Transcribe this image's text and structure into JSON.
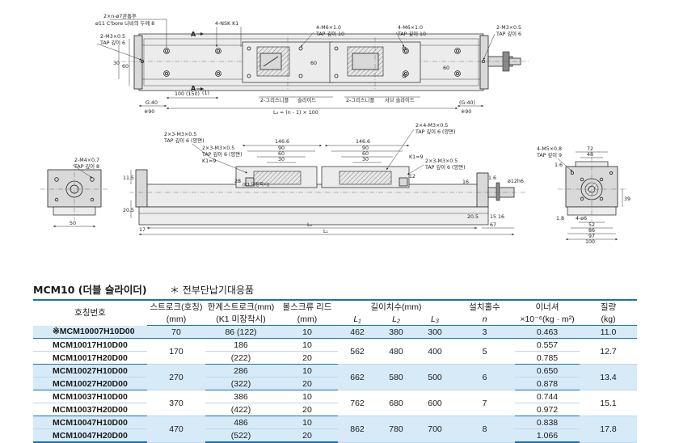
{
  "drawing": {
    "top_view": {
      "callout_holes_1": "2×n-ø7관통후",
      "callout_holes_2": "ø11 C'bore 나비의 두께 8",
      "callout_tap_left_1": "2-M3×0.5",
      "callout_tap_left_2": "TAP 깊이 6",
      "label_nsk": "4-NSK K1",
      "callout_m6_a_1": "4-M6×1.0",
      "callout_m6_a_2": "TAP 깊이 10",
      "callout_m6_b_1": "4-M6×1.0",
      "callout_m6_b_2": "TAP 깊이 10",
      "callout_tap_right_1": "2-M3×0.5",
      "callout_tap_right_2": "TAP 깊이 6",
      "section_a": "A",
      "label_grease_left": "2-그리스니플",
      "label_slider": "슬라이드",
      "label_grease_right": "2-그리스니플",
      "label_sub_slider": "서브 슬라이드",
      "dim_pitch": "100 (150)",
      "note_1": "(1)",
      "dim_g_left": "G:40",
      "dim_g_right": "(G:40)",
      "dim_90_left": "※90",
      "dim_90_right": "※90",
      "dim_ls": "L₃ = (n - 1) × 100",
      "dim_30": "30",
      "dim_60": "60",
      "dim_60b": "60",
      "dim_60c": "60"
    },
    "side_view": {
      "callout_a_1": "2×3-M3×0.5",
      "callout_a_2": "TAP 깊이 6 (양면)",
      "callout_b_1": "2×3-M3×0.5",
      "callout_b_2": "TAP 깊이 6 (양면)",
      "callout_k1": "K1=9",
      "callout_k1_note": "(K1 미장착시)",
      "callout_c_1": "2×4-M3×0.5",
      "callout_c_2": "TAP 깊이 6 (양면)",
      "callout_d_1": "2×3-M3×0.5",
      "callout_d_2": "TAP 깊이 6 (양면)",
      "callout_k1b": "K1=9",
      "dim_146_left": "146.6",
      "dim_90a": "90",
      "dim_60a": "60",
      "dim_30a": "30",
      "dim_146_right": "146.6",
      "dim_90b": "90",
      "dim_60b": "60",
      "dim_30b": "30",
      "dim_28": "28",
      "dim_12": "12",
      "dim_16": "16",
      "dim_l2": "L₂",
      "dim_l1": "L₁",
      "dim_17": "17",
      "dim_67": "67",
      "dim_15": "15",
      "dim_16b": "16",
      "dim_20_5": "20.5",
      "dim_20_5b": "20.5",
      "dim_11_5": "11.5",
      "dim_1_6": "1.6",
      "dim_d12": "ø12h6"
    },
    "end_view_left": {
      "callout_1": "2-M4×0.7",
      "callout_2": "TAP 깊이 8",
      "dim_50": "50"
    },
    "end_view_right": {
      "callout_1": "4-M5×0.8",
      "callout_2": "TAP 깊이 9",
      "dim_72": "72",
      "dim_48": "48",
      "dim_1_6": "1.6",
      "dim_4_6": "4-ø6",
      "dim_52": "52",
      "dim_86": "86",
      "dim_97": "97",
      "dim_100": "100",
      "dim_39": "39",
      "dim_1_8": "1.8"
    }
  },
  "section": {
    "title": "MCM10 (더블 슬라이더)",
    "note": "＊ 전부단납기대응품"
  },
  "table": {
    "header": {
      "model": "호칭번호",
      "stroke": "스트로크(호칭)",
      "stroke_unit": "(mm)",
      "limit_stroke": "한계스트로크(mm)",
      "limit_stroke_sub": "(K1 미장착시)",
      "lead": "볼스크류 리드",
      "lead_unit": "(mm)",
      "length": "길이치수(mm)",
      "l1": "L₁",
      "l2": "L₂",
      "l3": "L₃",
      "mounts": "설치홀수",
      "mounts_sub": "n",
      "inertia": "이너셔",
      "inertia_unit": "×10⁻⁶(kg · m²)",
      "mass": "질량",
      "mass_unit": "(kg)"
    },
    "rows": [
      {
        "model": "※MCM10007H10D00",
        "stroke": "70",
        "limit": "86 (122)",
        "lead": "10",
        "l1": "462",
        "l2": "380",
        "l3": "300",
        "n": "3",
        "inertia": "0.463",
        "mass": "11.0"
      },
      {
        "model": "MCM10017H10D00",
        "stroke": "170",
        "limit": "186",
        "lead": "10",
        "l1": "562",
        "l2": "480",
        "l3": "400",
        "n": "5",
        "inertia": "0.557",
        "mass": "12.7"
      },
      {
        "model": "MCM10017H20D00",
        "limit": "(222)",
        "lead": "20",
        "inertia": "0.785"
      },
      {
        "model": "MCM10027H10D00",
        "stroke": "270",
        "limit": "286",
        "lead": "10",
        "l1": "662",
        "l2": "580",
        "l3": "500",
        "n": "6",
        "inertia": "0.650",
        "mass": "13.4"
      },
      {
        "model": "MCM10027H20D00",
        "limit": "(322)",
        "lead": "20",
        "inertia": "0.878"
      },
      {
        "model": "MCM10037H10D00",
        "stroke": "370",
        "limit": "386",
        "lead": "10",
        "l1": "762",
        "l2": "680",
        "l3": "600",
        "n": "7",
        "inertia": "0.744",
        "mass": "15.1"
      },
      {
        "model": "MCM10037H20D00",
        "limit": "(422)",
        "lead": "20",
        "inertia": "0.972"
      },
      {
        "model": "MCM10047H10D00",
        "stroke": "470",
        "limit": "486",
        "lead": "10",
        "l1": "862",
        "l2": "780",
        "l3": "700",
        "n": "8",
        "inertia": "0.838",
        "mass": "17.8"
      },
      {
        "model": "MCM10047H20D00",
        "limit": "(522)",
        "lead": "20",
        "inertia": "1.066"
      }
    ]
  }
}
